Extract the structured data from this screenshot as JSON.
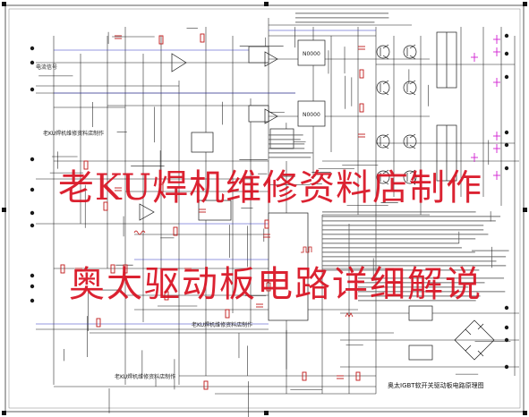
{
  "colors": {
    "wire": "#1a1a1a",
    "wire_blue": "#2a30c0",
    "component_red": "#c01818",
    "component_magenta": "#d020d0",
    "watermark": "#d91020",
    "frame_marker": "#111111"
  },
  "watermarks": {
    "line1": "老KU焊机维修资料店制作",
    "line2": "奥太驱动板电路详细解说"
  },
  "labels": {
    "note_small_1": "老KU焊机维修资料店制作",
    "note_small_2": "老KU焊机维修资料店制作",
    "note_small_3": "老KU焊机维修资料店制作",
    "left_signal": "电流信号",
    "ic1": "N0000",
    "ic2": "N0000",
    "sheet_title": "奥太IGBT软开关驱动板电路原理图"
  }
}
